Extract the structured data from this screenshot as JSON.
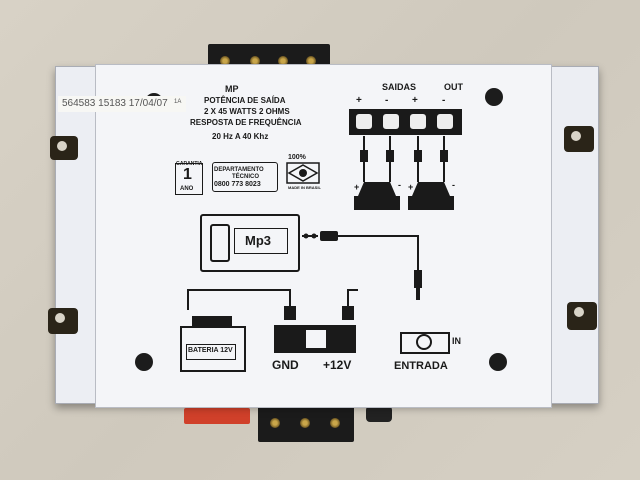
{
  "label": {
    "serial": "564583 15183 17/04/07",
    "code": "1A",
    "model": "MP",
    "spec_line1": "POTÊNCIA DE SAÍDA",
    "spec_line2": "2 X 45 WATTS 2 OHMS",
    "spec_line3": "RESPOSTA DE FREQUÊNCIA",
    "spec_line4": "20 Hz  A  40 Khz",
    "warranty_top": "GARANTIA",
    "warranty_num": "1",
    "warranty_unit": "ANO",
    "dept_line1": "DEPARTAMENTO",
    "dept_line2": "TÉCNICO",
    "dept_phone": "0800 773 8023",
    "made_percent": "100%",
    "made_text": "MADE IN BRASIL",
    "outputs": "SAIDAS",
    "outputs_en": "OUT",
    "plus": "+",
    "minus": "-",
    "mp3": "Mp3",
    "battery": "BATERIA 12V",
    "gnd": "GND",
    "v12": "+12V",
    "in": "IN",
    "entrada": "ENTRADA"
  },
  "colors": {
    "background": "#d4cec2",
    "housing": "#eceef3",
    "ink": "#1a1a1a",
    "terminal": "#1b1b1b",
    "fuse": "#d0402a"
  }
}
